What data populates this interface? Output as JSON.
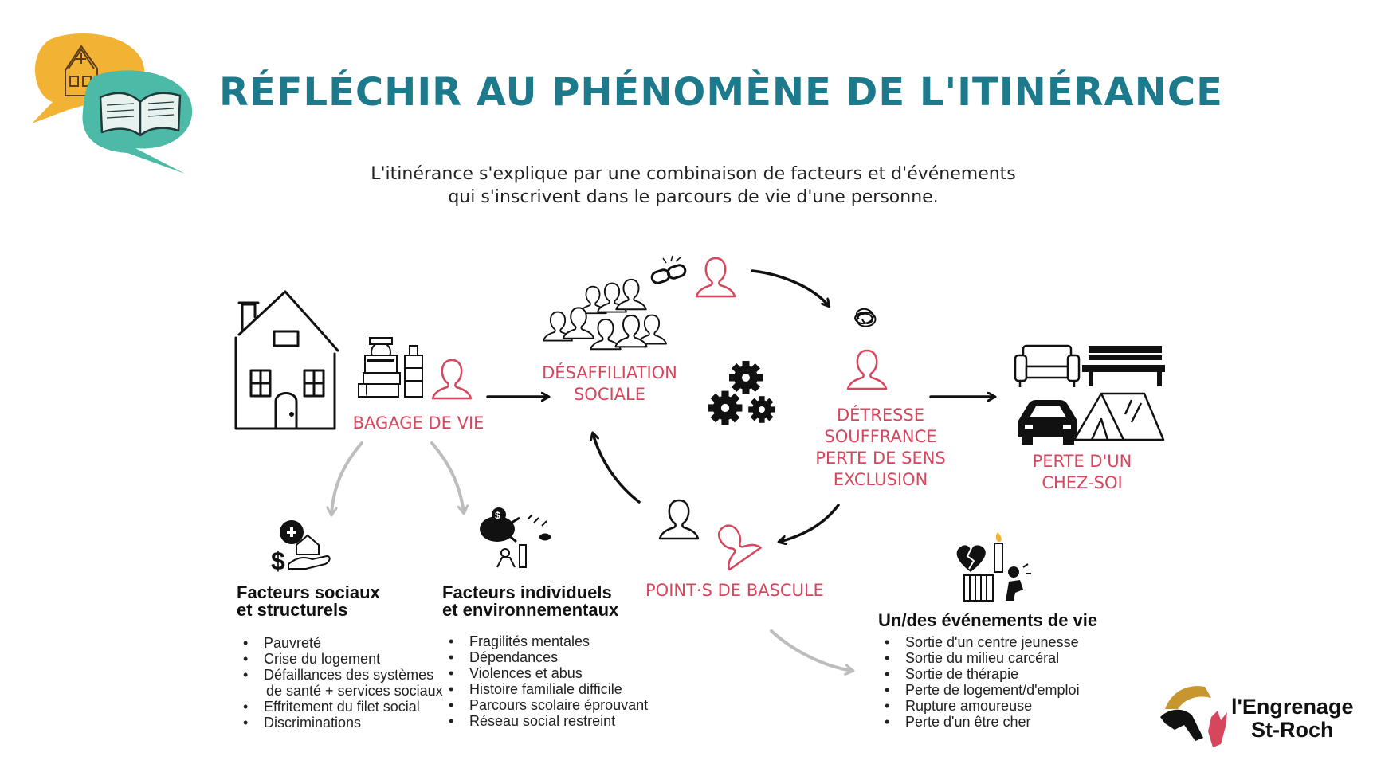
{
  "title": "RÉFLÉCHIR AU PHÉNOMÈNE DE L'ITINÉRANCE",
  "intro": {
    "line1": "L'itinérance s'explique par une combinaison de facteurs et d'événements",
    "line2": "qui s'inscrivent dans le parcours de vie d'une personne."
  },
  "nodes": {
    "bagage": "BAGAGE DE VIE",
    "desaffiliation": [
      "DÉSAFFILIATION",
      "SOCIALE"
    ],
    "detresse": [
      "DÉTRESSE",
      "SOUFFRANCE",
      "PERTE DE SENS",
      "EXCLUSION"
    ],
    "perte": [
      "PERTE D'UN",
      "CHEZ-SOI"
    ],
    "bascule": "POINT·S DE BASCULE"
  },
  "facteurs_sociaux": {
    "heading": [
      "Facteurs sociaux",
      "et structurels"
    ],
    "items": [
      "Pauvreté",
      "Crise du logement",
      "Défaillances des systèmes",
      "de santé + services sociaux",
      "Effritement du filet social",
      "Discriminations"
    ]
  },
  "facteurs_individuels": {
    "heading": [
      "Facteurs individuels",
      "et environnementaux"
    ],
    "items": [
      "Fragilités mentales",
      "Dépendances",
      "Violences et abus",
      "Histoire familiale difficile",
      "Parcours scolaire éprouvant",
      "Réseau social restreint"
    ]
  },
  "evenements": {
    "heading": "Un/des événements de vie",
    "items": [
      "Sortie d'un centre jeunesse",
      "Sortie du milieu carcéral",
      "Sortie de thérapie",
      "Perte de logement/d'emploi",
      "Rupture amoureuse",
      "Perte d'un être cher"
    ]
  },
  "logo": {
    "line1": "l'Engrenage",
    "line2": "St-Roch"
  },
  "colors": {
    "title": "#1d7a8c",
    "accent": "#d6475e",
    "yellow": "#f2b233",
    "teal": "#4cbaa7",
    "gray_arrow": "#bdbdbd",
    "logo_gold": "#c8962f"
  },
  "icons": [
    "speech-bubbles-logo",
    "house-icon",
    "luggage-icon",
    "person-icon",
    "crowd-icon",
    "broken-chain-icon",
    "gears-icon",
    "scribble-icon",
    "sofa-icon",
    "bench-icon",
    "car-icon",
    "tent-icon",
    "health-money-icon",
    "piggy-bank-icon",
    "broken-heart-icon",
    "candle-icon",
    "prison-icon",
    "grief-icon",
    "hands-logo"
  ]
}
